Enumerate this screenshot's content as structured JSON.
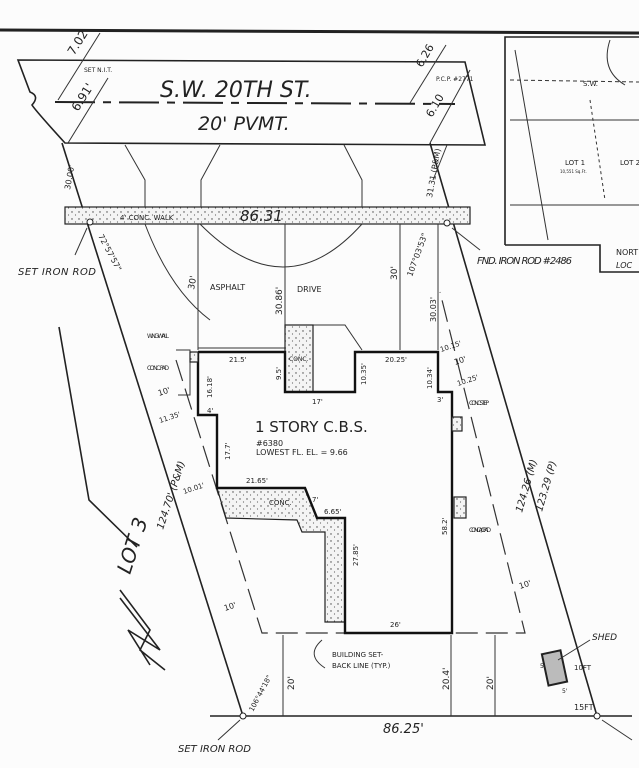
{
  "street": {
    "name": "S.W. 20TH ST.",
    "pavement": "20' PVMT."
  },
  "walk": {
    "label": "4' CONC. WALK",
    "distance": "86.31"
  },
  "top_dims": {
    "left_offset": "7.02",
    "left_offset2": "6.91'",
    "set_nit": "SET N.I.T.",
    "right_offset": "6.26",
    "right_offset2": "6.10",
    "pcp": "P.C.P. #2771",
    "left_30": "30.00'",
    "right_31": "31.31 (P&M)"
  },
  "corners": {
    "set_iron_rod_top": "SET IRON ROD",
    "fnd_iron_rod": "FND. IRON ROD #2486",
    "set_iron_rod_bottom": "SET IRON ROD"
  },
  "angles": {
    "top_left": "72°57'57\"",
    "top_right": "107°03'53\"",
    "bottom_left": "106°44'18\""
  },
  "drive": {
    "asphalt": "ASPHALT",
    "drive": "DRIVE",
    "dim_30_left": "30'",
    "dim_30_86": "30.86'",
    "dim_30_right": "30'",
    "dim_30_03": "30.03'"
  },
  "house": {
    "title": "1 STORY C.B.S.",
    "number": "#6380",
    "elevation": "LOWEST FL. EL. = 9.66",
    "dims": {
      "d21_5": "21.5'",
      "d9_5": "9.5'",
      "d17": "17'",
      "d10_35": "10.35'",
      "d20_25": "20.25'",
      "d10_34": "10.34'",
      "d3": "3'",
      "d16_18": "16.18'",
      "d4": "4'",
      "d17_7": "17.7'",
      "d21_65": "21.65'",
      "d7": "7'",
      "d6_65": "6.65'",
      "d27_85": "27.85'",
      "d26": "26'",
      "d58_2": "58.2'"
    },
    "conc": "CONC.",
    "patio_conc": "CONC."
  },
  "side_dims": {
    "d10_15": "10.15'",
    "d10_r": "10'",
    "d10_25": "10.25'",
    "d11_35": "11.35'",
    "d10_l": "10'",
    "d10_01": "10.01'",
    "d10_bl": "10'",
    "d10_br": "10'"
  },
  "features": {
    "wing_wall": "WING WALL",
    "conc_pad": "CONC. PAD",
    "conc_step": "CONC. STEP",
    "ac_pad": "CONC. A/C PAD",
    "shed": "SHED",
    "shed_side": "10FT",
    "shed_back": "15FT",
    "shed_s1": "5'",
    "shed_s2": "5'"
  },
  "lot": {
    "label": "LOT 3",
    "left_length": "124.70' (P&M)",
    "right_length_m": "124.26 (M)",
    "right_length_p": "123.29 (P)",
    "bottom_distance": "86.25'"
  },
  "setback": {
    "label": "BUILDING SET-BACK LINE (TYP.)",
    "d20_left": "20'",
    "d20_4": "20.4'",
    "d20_right": "20'"
  },
  "inset": {
    "street": "S.W.",
    "lot1": "LOT 1",
    "lot1_area": "10,551 Sq.Ft.",
    "lot2": "LOT 2",
    "north": "NORT",
    "loc": "LOC"
  }
}
